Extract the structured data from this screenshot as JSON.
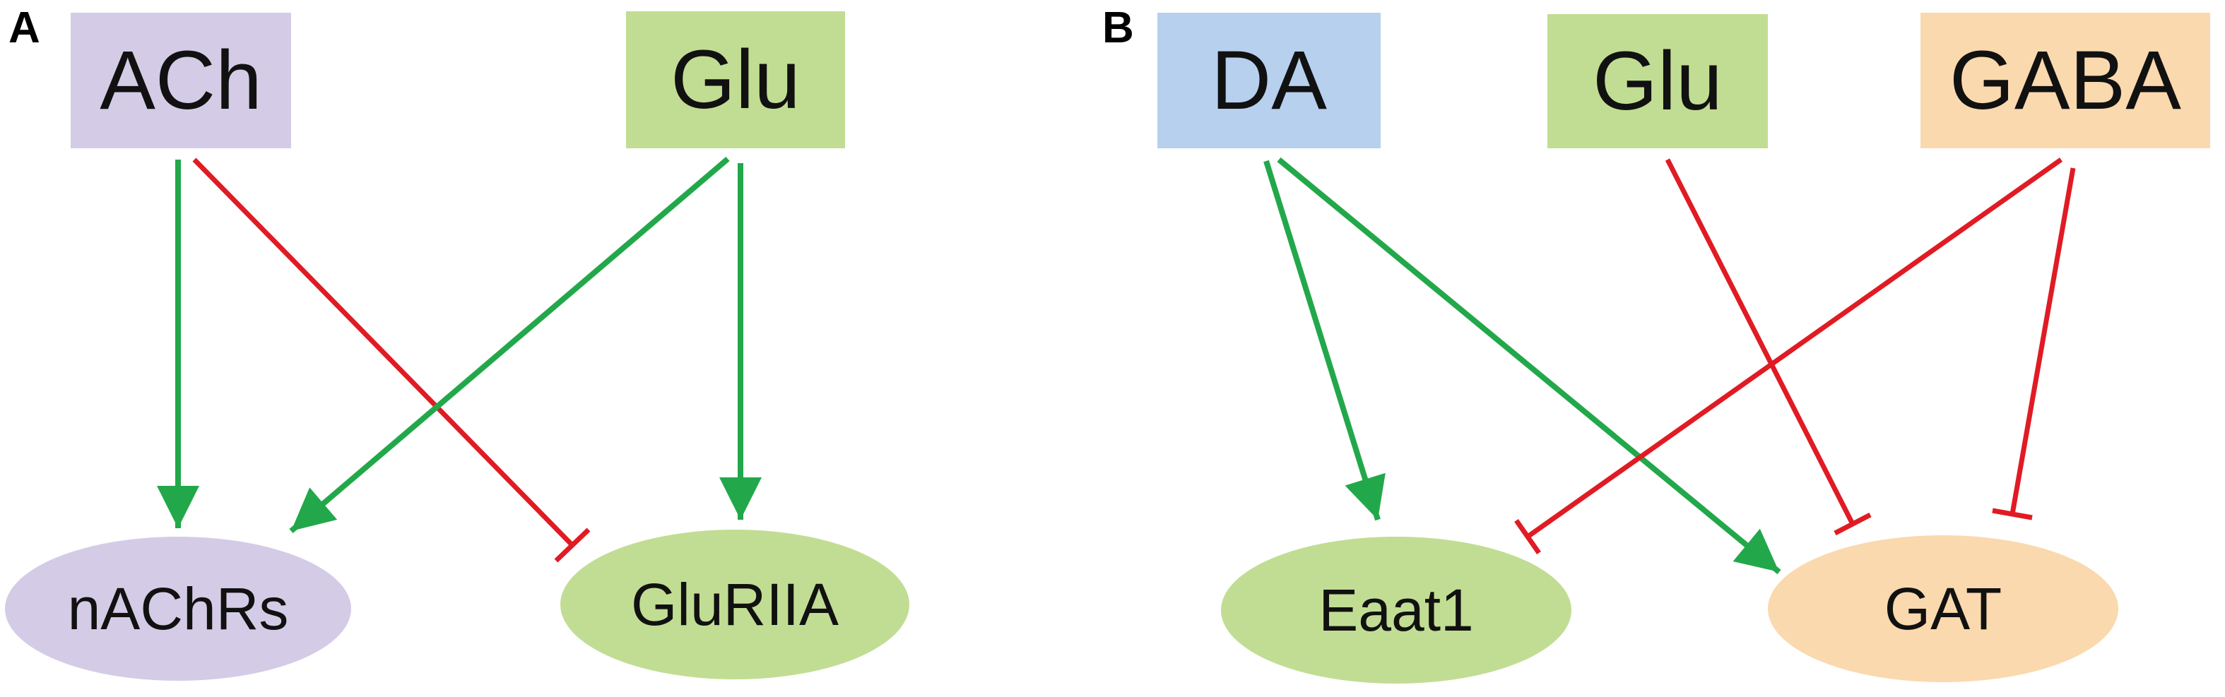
{
  "panels": {
    "a": {
      "label": "A"
    },
    "b": {
      "label": "B"
    }
  },
  "colors": {
    "activation": "#22a84a",
    "inhibition": "#e01b24",
    "purple": "#d4cce6",
    "green": "#c1dd93",
    "blue": "#b6d0ee",
    "orange": "#fad9ae"
  },
  "nodes": {
    "ach": "ACh",
    "glu_a": "Glu",
    "nachrs": "nAChRs",
    "gluriia": "GluRIIA",
    "da": "DA",
    "glu_b": "Glu",
    "gaba": "GABA",
    "eaat1": "Eaat1",
    "gat": "GAT"
  },
  "edges": [
    {
      "from": "ACh",
      "to": "nAChRs",
      "type": "activation"
    },
    {
      "from": "ACh",
      "to": "GluRIIA",
      "type": "inhibition"
    },
    {
      "from": "Glu",
      "to": "nAChRs",
      "type": "activation"
    },
    {
      "from": "Glu",
      "to": "GluRIIA",
      "type": "activation"
    },
    {
      "from": "DA",
      "to": "Eaat1",
      "type": "activation"
    },
    {
      "from": "DA",
      "to": "GAT",
      "type": "activation"
    },
    {
      "from": "Glu",
      "to": "GAT",
      "type": "inhibition"
    },
    {
      "from": "GABA",
      "to": "Eaat1",
      "type": "inhibition"
    },
    {
      "from": "GABA",
      "to": "GAT",
      "type": "inhibition"
    }
  ]
}
